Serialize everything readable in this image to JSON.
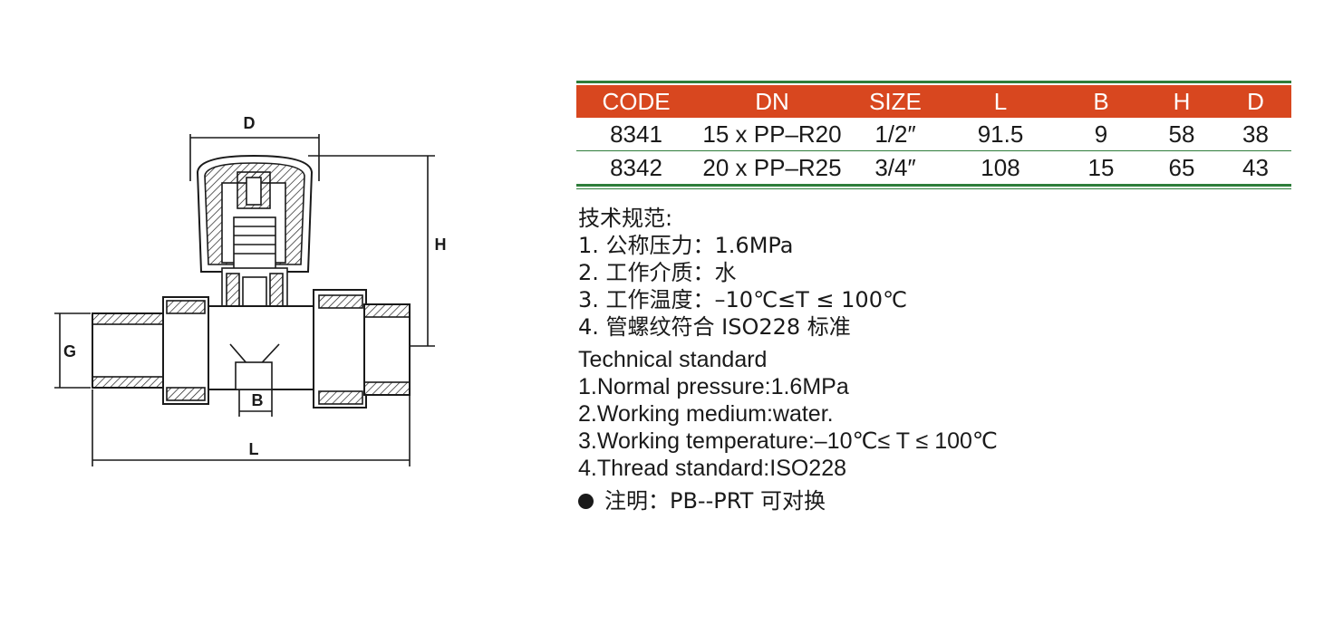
{
  "drawing": {
    "dim_d": "D",
    "dim_h": "H",
    "dim_g": "G",
    "dim_b": "B",
    "dim_l": "L"
  },
  "specs": {
    "headers": [
      "CODE",
      "DN",
      "SIZE",
      "L",
      "B",
      "H",
      "D"
    ],
    "rows": [
      [
        "8341",
        "15 x PP–R20",
        "1/2″",
        "91.5",
        "9",
        "58",
        "38"
      ],
      [
        "8342",
        "20 x PP–R25",
        "3/4″",
        "108",
        "15",
        "65",
        "43"
      ]
    ],
    "accent_color": "#d8471f",
    "rule_color": "#2e7d3a"
  },
  "notes": {
    "cn_title": "技术规范:",
    "cn_items": [
      "1. 公称压力：1.6MPa",
      "2. 工作介质：水",
      "3. 工作温度：–10℃≤T ≤ 100℃",
      "4. 管螺纹符合 ISO228 标准"
    ],
    "en_title": "Technical standard",
    "en_items": [
      "1.Normal pressure:1.6MPa",
      "2.Working medium:water.",
      "3.Working temperature:–10℃≤ T ≤ 100℃",
      "4.Thread standard:ISO228"
    ],
    "remark": "注明：PB--PRT 可对换"
  }
}
